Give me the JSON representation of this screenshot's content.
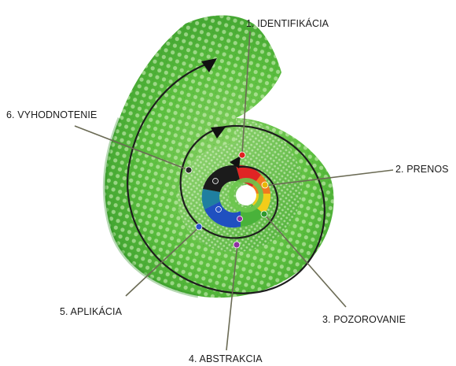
{
  "labels": {
    "identifikacia": "1. IDENTIFIKÁCIA",
    "prenos": "2. PRENOS",
    "pozorovanie": "3. POZOROVANIE",
    "abstrakcia": "4. ABSTRAKCIA",
    "aplikacia": "5. APLIKÁCIA",
    "vyhodnotenie": "6. VYHODNOTENIE"
  },
  "colors": {
    "shell_light": "#a6dd84",
    "shell_mid": "#58bd3c",
    "shell_dark": "#2f8f26",
    "cell_highlight": "#d8f3c4",
    "spiral_line": "#1d1d1d",
    "leader_line": "#6b6b55",
    "dot_identifikacia": "#e02020",
    "dot_prenos": "#e8b800",
    "dot_pozorovanie": "#2e9a2e",
    "dot_abstrakcia": "#8e2fa0",
    "dot_aplikacia": "#2d55c8",
    "dot_vyhodnotenie": "#2a2a2a"
  },
  "icons": [
    "arrowhead-icon",
    "arrowhead-icon",
    "arrowhead-icon"
  ]
}
